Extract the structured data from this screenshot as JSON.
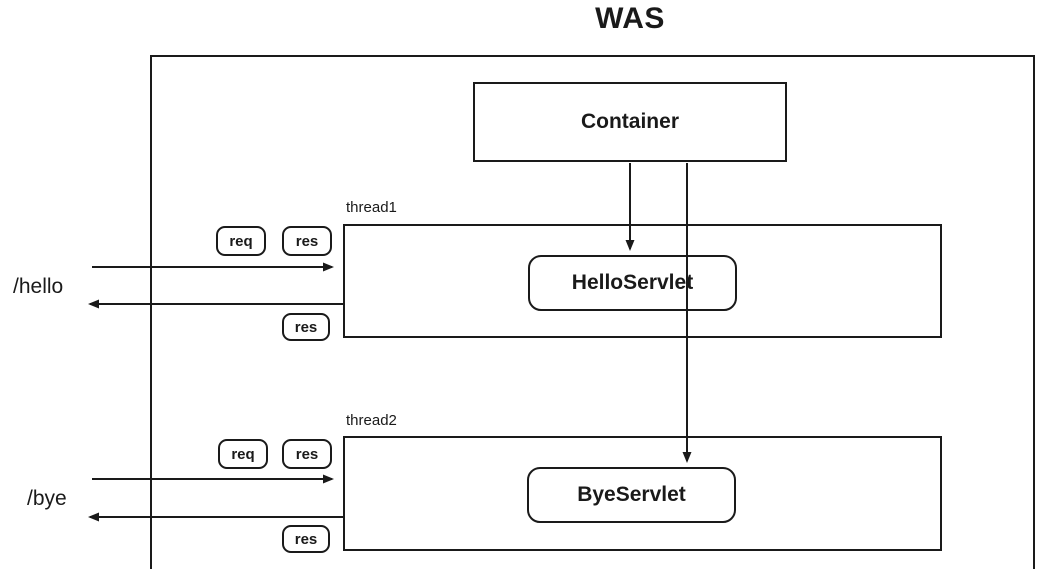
{
  "diagram": {
    "title": "WAS",
    "container": {
      "label": "Container"
    },
    "threads": [
      {
        "label": "thread1",
        "servlet": "HelloServlet",
        "endpoint": "/hello",
        "badges": {
          "req": "req",
          "res_top": "res",
          "res_bottom": "res"
        }
      },
      {
        "label": "thread2",
        "servlet": "ByeServlet",
        "endpoint": "/bye",
        "badges": {
          "req": "req",
          "res_top": "res",
          "res_bottom": "res"
        }
      }
    ],
    "colors": {
      "line": "#1a1a1a",
      "background": "#ffffff"
    }
  }
}
